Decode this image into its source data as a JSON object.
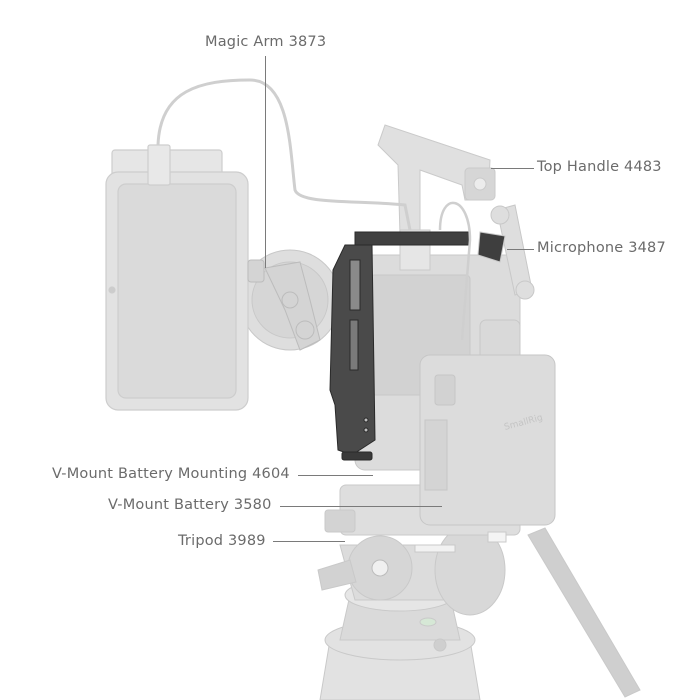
{
  "diagram": {
    "subject": "Camera rig assembly",
    "colors": {
      "background": "#ffffff",
      "label_text": "#6b6b6b",
      "leader_line": "#7a7a7a",
      "ghost_parts": "#d9d9d9",
      "highlighted_part": "#3c3c3c"
    },
    "callouts": [
      {
        "id": "magic-arm",
        "text": "Magic Arm 3873"
      },
      {
        "id": "top-handle",
        "text": "Top Handle 4483"
      },
      {
        "id": "microphone",
        "text": "Microphone 3487"
      },
      {
        "id": "vmount-battery-mounting",
        "text": "V-Mount Battery Mounting 4604"
      },
      {
        "id": "vmount-battery",
        "text": "V-Mount Battery 3580"
      },
      {
        "id": "tripod",
        "text": "Tripod 3989"
      }
    ],
    "battery_brand_text": "SmallRig"
  }
}
